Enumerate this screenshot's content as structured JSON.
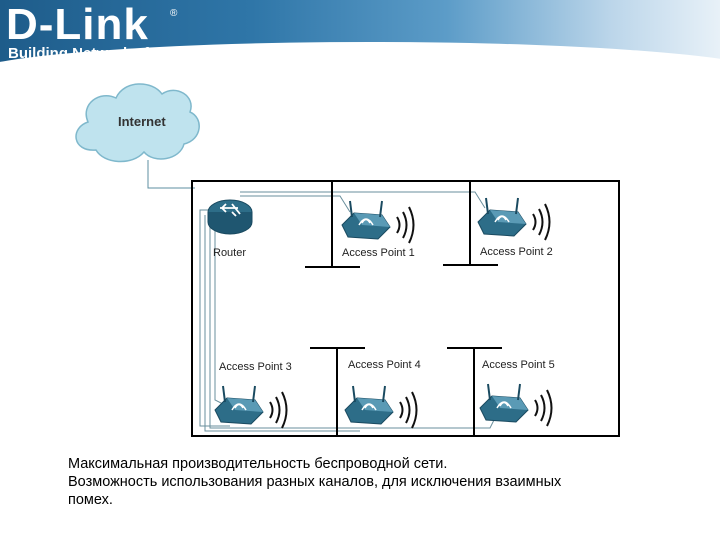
{
  "header": {
    "brand": "D-Link",
    "registered_mark": "®",
    "tagline": "Building Networks for People"
  },
  "diagram": {
    "internet_label": "Internet",
    "router_label": "Router",
    "access_points": [
      {
        "label": "Access Point 1"
      },
      {
        "label": "Access Point 2"
      },
      {
        "label": "Access Point 3"
      },
      {
        "label": "Access Point 4"
      },
      {
        "label": "Access Point 5"
      }
    ]
  },
  "caption": {
    "line1": "Максимальная производительность беспроводной сети.",
    "line2": "Возможность использования разных каналов, для исключения взаимных",
    "line3": "помех."
  },
  "colors": {
    "header_dark": "#1e5c8a",
    "cloud": "#bfe3ee",
    "device": "#2d6d88"
  }
}
